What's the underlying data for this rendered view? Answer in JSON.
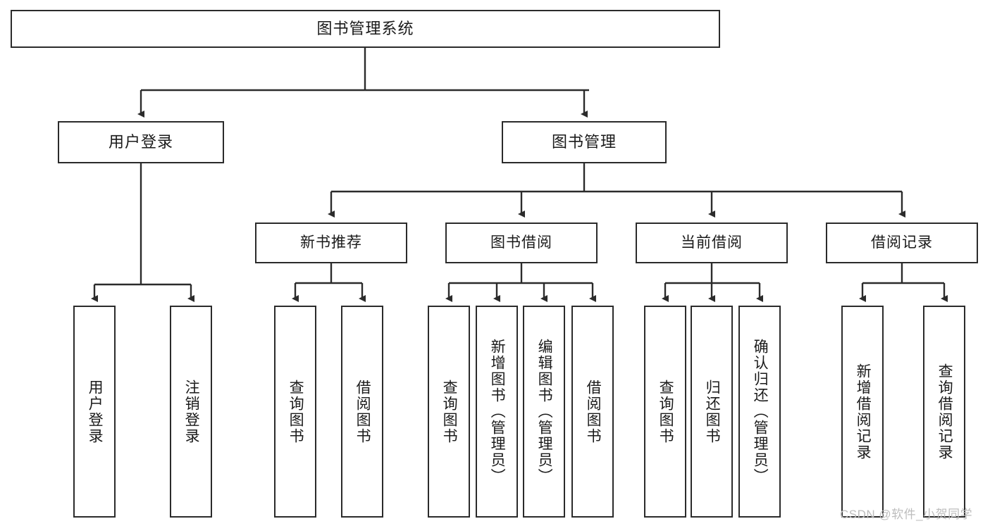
{
  "diagram": {
    "type": "hierarchy-tree",
    "title": "图书管理系统",
    "orientation": "top-down",
    "nodes": {
      "root": {
        "label": "图书管理系统",
        "level": 1
      },
      "user_login": {
        "label": "用户登录",
        "level": 2
      },
      "book_manage": {
        "label": "图书管理",
        "level": 2
      },
      "new_book_rec": {
        "label": "新书推荐",
        "level": 3
      },
      "book_borrow": {
        "label": "图书借阅",
        "level": 3
      },
      "current_borrow": {
        "label": "当前借阅",
        "level": 3
      },
      "borrow_record": {
        "label": "借阅记录",
        "level": 3
      },
      "leaf_user_login": {
        "label": "用户登录",
        "level": 4
      },
      "leaf_logout": {
        "label": "注销登录",
        "level": 4
      },
      "leaf_query_book_1": {
        "label": "查询图书",
        "level": 4
      },
      "leaf_borrow_book_1": {
        "label": "借阅图书",
        "level": 4
      },
      "leaf_query_book_2": {
        "label": "查询图书",
        "level": 4
      },
      "leaf_add_book": {
        "label": "新增图书（管理员）",
        "level": 4
      },
      "leaf_edit_book": {
        "label": "编辑图书（管理员）",
        "level": 4
      },
      "leaf_borrow_book_2": {
        "label": "借阅图书",
        "level": 4
      },
      "leaf_query_book_3": {
        "label": "查询图书",
        "level": 4
      },
      "leaf_return_book": {
        "label": "归还图书",
        "level": 4
      },
      "leaf_confirm_return": {
        "label": "确认归还（管理员）",
        "level": 4
      },
      "leaf_add_record": {
        "label": "新增借阅记录",
        "level": 4
      },
      "leaf_query_record": {
        "label": "查询借阅记录",
        "level": 4
      }
    },
    "edges": [
      {
        "from": "root",
        "to": "user_login"
      },
      {
        "from": "root",
        "to": "book_manage"
      },
      {
        "from": "user_login",
        "to": "leaf_user_login"
      },
      {
        "from": "user_login",
        "to": "leaf_logout"
      },
      {
        "from": "book_manage",
        "to": "new_book_rec"
      },
      {
        "from": "book_manage",
        "to": "book_borrow"
      },
      {
        "from": "book_manage",
        "to": "current_borrow"
      },
      {
        "from": "book_manage",
        "to": "borrow_record"
      },
      {
        "from": "new_book_rec",
        "to": "leaf_query_book_1"
      },
      {
        "from": "new_book_rec",
        "to": "leaf_borrow_book_1"
      },
      {
        "from": "book_borrow",
        "to": "leaf_query_book_2"
      },
      {
        "from": "book_borrow",
        "to": "leaf_add_book"
      },
      {
        "from": "book_borrow",
        "to": "leaf_edit_book"
      },
      {
        "from": "book_borrow",
        "to": "leaf_borrow_book_2"
      },
      {
        "from": "current_borrow",
        "to": "leaf_query_book_3"
      },
      {
        "from": "current_borrow",
        "to": "leaf_return_book"
      },
      {
        "from": "current_borrow",
        "to": "leaf_confirm_return"
      },
      {
        "from": "borrow_record",
        "to": "leaf_add_record"
      },
      {
        "from": "borrow_record",
        "to": "leaf_query_record"
      }
    ],
    "colors": {
      "border": "#2b2b2b",
      "background": "#ffffff",
      "text": "#1a1a1a",
      "watermark": "#bdbdbd"
    }
  },
  "watermark": {
    "text": "CSDN @软件_小贺同学"
  }
}
